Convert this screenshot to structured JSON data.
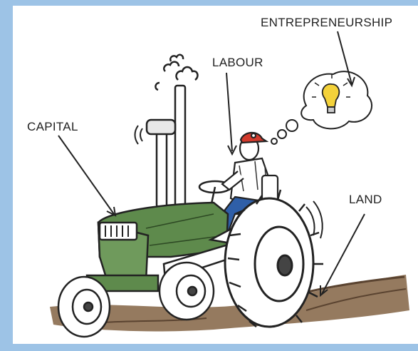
{
  "labels": {
    "entrepreneurship": "ENTREPRENEURSHIP",
    "labour": "LABOUR",
    "capital": "CAPITAL",
    "land": "LAND"
  },
  "colors": {
    "frame": "#9dc3e6",
    "tractor_green": "#5e8a4c",
    "soil": "#8a6b4e",
    "overalls": "#2f5fa8",
    "cap": "#d23a2c",
    "bulb": "#f4d23a"
  }
}
